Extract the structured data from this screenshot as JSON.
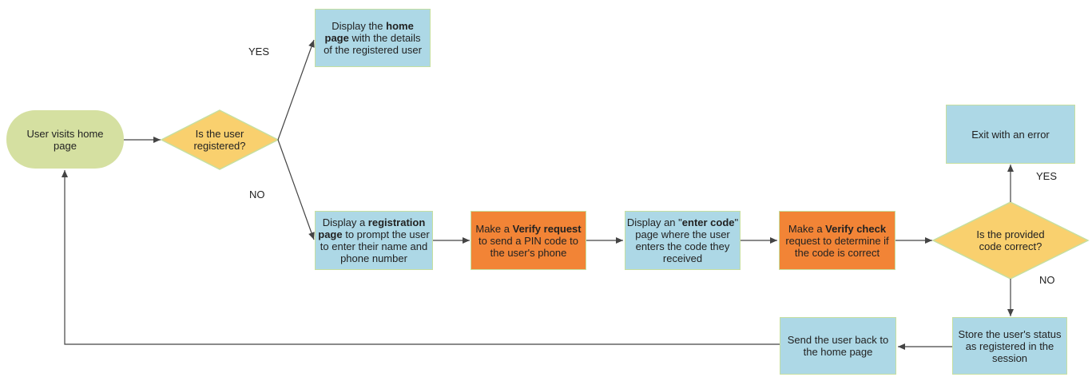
{
  "nodes": {
    "start": {
      "text": "User visits home page"
    },
    "decision_registered": {
      "text": "Is the user registered?"
    },
    "home_page": {
      "pre": "Display the ",
      "bold": "home page",
      "post": " with the details of the registered user"
    },
    "registration": {
      "pre": "Display a ",
      "bold": "registration page",
      "post": " to prompt the user to enter their name and phone number"
    },
    "verify_request": {
      "pre": "Make a ",
      "bold": "Verify request",
      "post": " to send a PIN code to the user's phone"
    },
    "enter_code": {
      "pre": "Display an \"",
      "bold": "enter code",
      "post": "\" page where the user enters the code they received"
    },
    "verify_check": {
      "pre": "Make a ",
      "bold": "Verify check",
      "post": " request to determine if the code is correct"
    },
    "decision_correct": {
      "text": "Is the provided code correct?"
    },
    "exit_error": {
      "text": "Exit with an error"
    },
    "store_status": {
      "text": "Store the user's status as registered in the session"
    },
    "send_back": {
      "text": "Send the user back to the home page"
    }
  },
  "labels": {
    "yes_registered": "YES",
    "no_registered": "NO",
    "yes_correct": "YES",
    "no_correct": "NO"
  },
  "colors": {
    "process": "#add8e6",
    "action": "#f28436",
    "decision": "#f9d06e",
    "terminal": "#d5e0a1",
    "border": "#c6dfa0",
    "arrow": "#444444"
  }
}
